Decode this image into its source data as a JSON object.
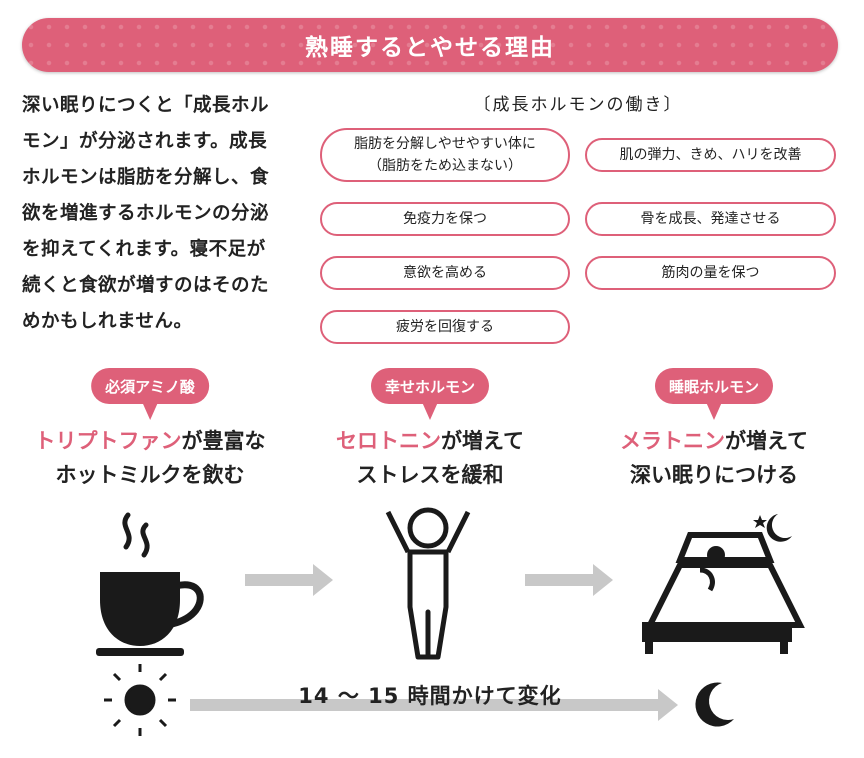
{
  "header": {
    "title": "熟睡するとやせる理由"
  },
  "intro": {
    "text": "深い眠りにつくと「成長ホルモン」が分泌されます。成長ホルモンは脂肪を分解し、食欲を増進するホルモンの分泌を抑えてくれます。寝不足が続くと食欲が増すのはそのためかもしれません。"
  },
  "growth_hormone": {
    "title": "〔成長ホルモンの働き〕",
    "items": [
      "脂肪を分解しやせやすい体に",
      "（脂肪をため込まない）",
      "肌の弾力、きめ、ハリを改善",
      "免疫力を保つ",
      "骨を成長、発達させる",
      "意欲を高める",
      "筋肉の量を保つ",
      "疲労を回復する"
    ]
  },
  "steps": [
    {
      "badge": "必須アミノ酸",
      "highlight": "トリプトファン",
      "rest1": "が豊富な",
      "line2": "ホットミルクを飲む",
      "icon": "coffee-cup-icon"
    },
    {
      "badge": "幸せホルモン",
      "highlight": "セロトニン",
      "rest1": "が増えて",
      "line2": "ストレスを緩和",
      "icon": "person-stretching-icon"
    },
    {
      "badge": "睡眠ホルモン",
      "highlight": "メラトニン",
      "rest1": "が増えて",
      "line2": "深い眠りにつける",
      "icon": "bed-icon"
    }
  ],
  "timeline": {
    "label": "14 ～ 15 時間かけて変化"
  },
  "colors": {
    "accent": "#de6079",
    "arrow": "#c8c8c8",
    "ink": "#222222"
  }
}
